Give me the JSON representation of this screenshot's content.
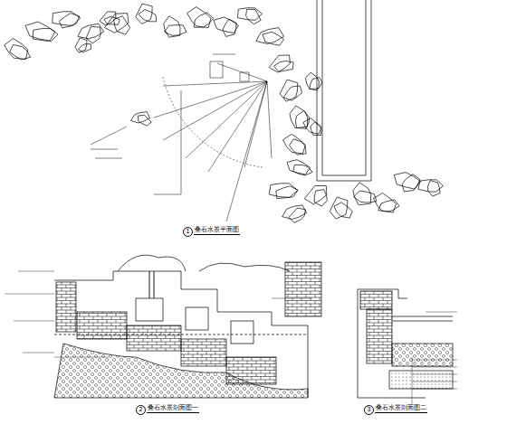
{
  "diagram": {
    "labels": [
      "1",
      "叠石水景平面图",
      "2",
      "叠石水景剖面图一",
      "3",
      "叠石水景剖面图二"
    ]
  }
}
